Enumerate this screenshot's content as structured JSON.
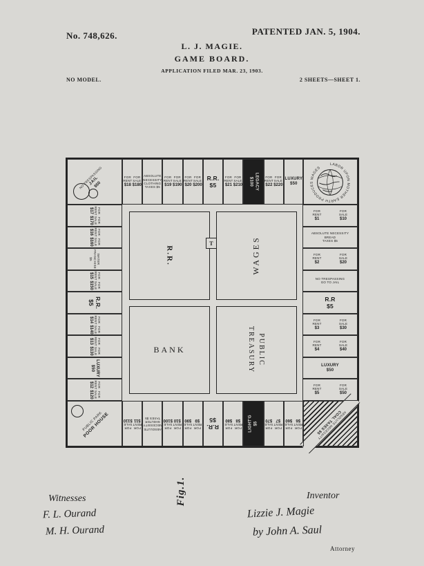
{
  "header": {
    "patent_no": "No. 748,626.",
    "patented": "PATENTED JAN. 5, 1904.",
    "name": "L. J. MAGIE.",
    "title": "GAME BOARD.",
    "application": "APPLICATION FILED MAR. 23, 1903.",
    "no_model": "NO MODEL.",
    "sheet": "2 SHEETS—SHEET 1."
  },
  "board": {
    "labels": {
      "rent_words": [
        "FOR",
        "RENT"
      ],
      "sale_words": [
        "FOR",
        "SALE"
      ]
    },
    "top_row": [
      {
        "type": "rent",
        "rent": "$18",
        "sale": "$180"
      },
      {
        "type": "special",
        "name": "clothing",
        "size": "sm",
        "lines": [
          "ABSOLUTE",
          "NECESSITY",
          "CLOTHING",
          "TAXES $5"
        ]
      },
      {
        "type": "rent",
        "rent": "$19",
        "sale": "$190"
      },
      {
        "type": "rent",
        "rent": "$20",
        "sale": "$200"
      },
      {
        "type": "special",
        "name": "railroad-top",
        "size": "lg",
        "lines": [
          "R.R.",
          "$5"
        ]
      },
      {
        "type": "rent",
        "rent": "$21",
        "sale": "$210"
      },
      {
        "type": "special",
        "name": "legacy",
        "size": "md",
        "inverted": true,
        "rotate": 90,
        "lines": [
          "LEGACY",
          "$100"
        ]
      },
      {
        "type": "rent",
        "rent": "$22",
        "sale": "$220"
      },
      {
        "type": "special",
        "name": "luxury-top",
        "size": "md",
        "lines": [
          "LUXURY",
          "$50"
        ]
      }
    ],
    "right_col": [
      {
        "type": "rent",
        "rent": "$1",
        "sale": "$10"
      },
      {
        "type": "special",
        "name": "bread",
        "size": "sm",
        "lines": [
          "ABSOLUTE NECESSITY",
          "BREAD",
          "TAXES $5"
        ]
      },
      {
        "type": "rent",
        "rent": "$2",
        "sale": "$20"
      },
      {
        "type": "special",
        "name": "go-to-jail",
        "size": "sm",
        "lines": [
          "NO TRESPASSING",
          "GO TO JAIL"
        ]
      },
      {
        "type": "special",
        "name": "railroad-right",
        "size": "lg",
        "lines": [
          "R.R",
          "$5"
        ]
      },
      {
        "type": "rent",
        "rent": "$3",
        "sale": "$30"
      },
      {
        "type": "rent",
        "rent": "$4",
        "sale": "$40"
      },
      {
        "type": "special",
        "name": "luxury-right",
        "size": "md",
        "lines": [
          "LUXURY",
          "$50"
        ]
      },
      {
        "type": "rent",
        "rent": "$5",
        "sale": "$50"
      }
    ],
    "bottom_row": [
      {
        "type": "rent",
        "rent": "$11",
        "sale": "$110"
      },
      {
        "type": "special",
        "name": "shelter",
        "size": "sm",
        "lines": [
          "ABSOLUTE",
          "NECESSITY",
          "SHELTER",
          "TAXES $5"
        ]
      },
      {
        "type": "rent",
        "rent": "$10",
        "sale": "$100"
      },
      {
        "type": "rent",
        "rent": "$9",
        "sale": "$90"
      },
      {
        "type": "special",
        "name": "railroad-bottom",
        "size": "lg",
        "lines": [
          "R.R.",
          "$5"
        ]
      },
      {
        "type": "rent",
        "rent": "$8",
        "sale": "$80"
      },
      {
        "type": "special",
        "name": "lighting-franchise",
        "size": "md",
        "inverted": true,
        "rotate": 90,
        "lines": [
          "LIGHT'G",
          "$5"
        ]
      },
      {
        "type": "rent",
        "rent": "$7",
        "sale": "$70"
      },
      {
        "type": "rent",
        "rent": "$6",
        "sale": "$60"
      }
    ],
    "left_col": [
      {
        "type": "rent",
        "rent": "$17",
        "sale": "$170"
      },
      {
        "type": "rent",
        "rent": "$16",
        "sale": "$160"
      },
      {
        "type": "special",
        "name": "water-franchise",
        "size": "sm",
        "lines": [
          "WATER",
          "FRANCHISE",
          "$5"
        ]
      },
      {
        "type": "rent",
        "rent": "$15",
        "sale": "$150"
      },
      {
        "type": "special",
        "name": "railroad-left",
        "size": "lg",
        "lines": [
          "R.R.",
          "$5"
        ]
      },
      {
        "type": "rent",
        "rent": "$14",
        "sale": "$140"
      },
      {
        "type": "rent",
        "rent": "$13",
        "sale": "$130"
      },
      {
        "type": "special",
        "name": "luxury-left",
        "size": "md",
        "lines": [
          "LUXURY",
          "$50"
        ]
      },
      {
        "type": "rent",
        "rent": "$12",
        "sale": "$120"
      }
    ],
    "corners": {
      "top_left": {
        "lines": [
          "NO TRESPASSING",
          "JAIL",
          "$50"
        ]
      },
      "top_right": {
        "motto": "LABOR UPON MOTHER EARTH PRODUCES WAGES"
      },
      "bottom_left": {
        "line1": "PUBLIC PARK",
        "line2": "POOR HOUSE"
      },
      "bottom_right": {
        "line1": "ABSOLUTE NECESSITY",
        "line2": "COAL TAXES $5"
      }
    },
    "center": {
      "rr": "R.R.",
      "ticket": "T",
      "wages": "WAGES",
      "bank": "BANK",
      "treasury_line1": "PUBLIC",
      "treasury_line2": "TREASURY"
    }
  },
  "figure_label": "Fig.1.",
  "signatures": {
    "witnesses_label": "Witnesses",
    "witness_1": "F. L. Ourand",
    "witness_2": "M. H. Ourand",
    "inventor_label": "Inventor",
    "inventor_name": "Lizzie J. Magie",
    "attorney_sig": "by John A. Saul",
    "attorney_label": "Attorney"
  }
}
